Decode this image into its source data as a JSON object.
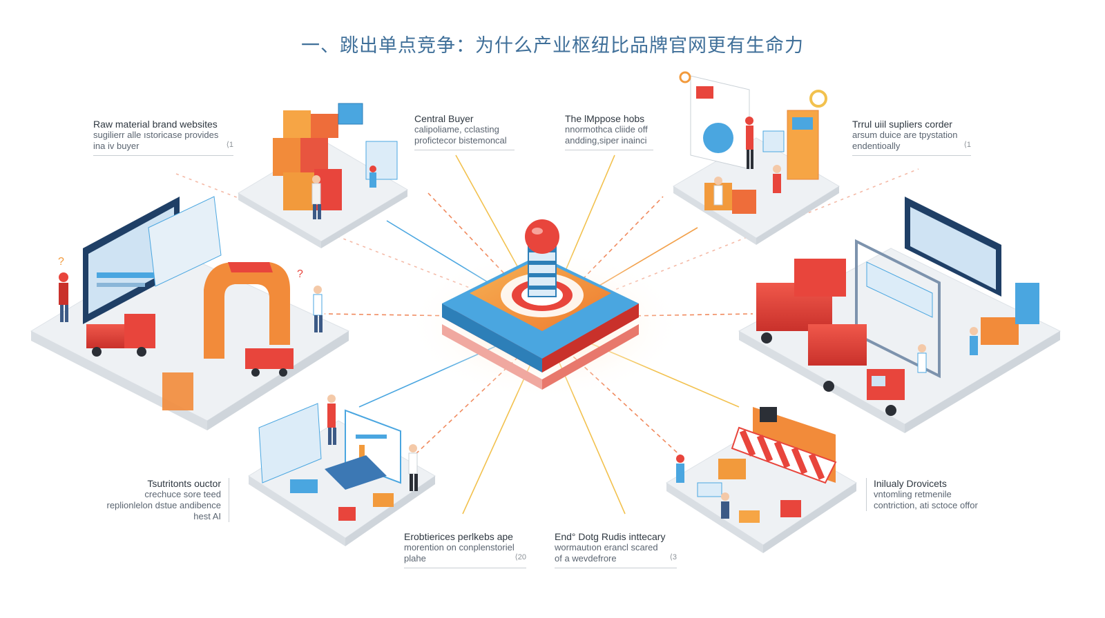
{
  "title": "一、跳出单点竞争：为什么产业枢纽比品牌官网更有生命力",
  "labels": {
    "raw_material": {
      "title": "Raw material brand websites",
      "lines": [
        "sugilierr alle ıstoricase provides",
        "ina iv buyer"
      ],
      "num": "⟨1"
    },
    "central_buyer": {
      "title": "Central Buyer",
      "lines": [
        "calipoliame, cclasting",
        "profictecor bistemoncal"
      ],
      "num": ""
    },
    "impose": {
      "title": "The lMppose hobs",
      "lines": [
        "nnormothca cliide off",
        "andding,siper inainci"
      ],
      "num": ""
    },
    "suppliers": {
      "title": "Trrul uiil supliers corder",
      "lines": [
        "arsum duice are tpystation",
        "endentioally"
      ],
      "num": "⟨1"
    },
    "tsutritonts": {
      "title": "Tsutritonts ouctor",
      "lines": [
        "crechuce sore teed",
        "replionlelon dstue andibence",
        "hest AI"
      ],
      "num": ""
    },
    "inilualy": {
      "title": "Inilualy Drovicets",
      "lines": [
        "vntomling retmenile",
        "contriction, ati sctoce offor"
      ],
      "num": ""
    },
    "erobtierices": {
      "title": "Erobtierices perlkebs ape",
      "lines": [
        "morention on conplenstoriel",
        "plahe"
      ],
      "num": "⟨20"
    },
    "end_dotg": {
      "title": "End° Dotg Rudis inttecary",
      "lines": [
        "wormautıon erancl scared",
        "of a wevdefrore"
      ],
      "num": "⟨3"
    }
  },
  "colors": {
    "title": "#3f6f99",
    "hub_orange": "#f29a3c",
    "hub_blue": "#4aa6e0",
    "hub_red": "#e8453c",
    "platform": "#eef1f4"
  },
  "icons": [
    "question-icon",
    "gear-icon",
    "pin-icon"
  ]
}
